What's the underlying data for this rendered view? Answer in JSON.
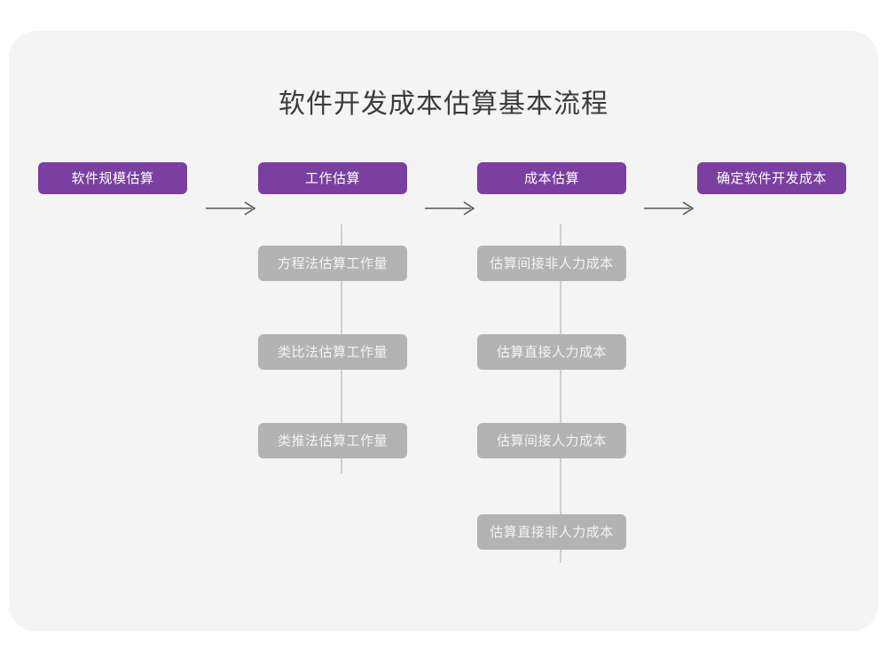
{
  "title": "软件开发成本估算基本流程",
  "colors": {
    "page_background": "#ffffff",
    "card_background": "#f4f4f4",
    "primary_node": "#7a3fa0",
    "sub_node": "#b3b3b3",
    "connector": "#cfcfcf",
    "arrow": "#555555",
    "title_text": "#3b3b3b",
    "node_text": "#ffffff"
  },
  "flow": {
    "stages": [
      {
        "id": "stage-1",
        "label": "软件规模估算",
        "substeps": []
      },
      {
        "id": "stage-2",
        "label": "工作估算",
        "substeps": [
          {
            "label": "方程法估算工作量"
          },
          {
            "label": "类比法估算工作量"
          },
          {
            "label": "类推法估算工作量"
          }
        ]
      },
      {
        "id": "stage-3",
        "label": "成本估算",
        "substeps": [
          {
            "label": "估算间接非人力成本"
          },
          {
            "label": "估算直接人力成本"
          },
          {
            "label": "估算间接人力成本"
          },
          {
            "label": "估算直接非人力成本"
          }
        ]
      },
      {
        "id": "stage-4",
        "label": "确定软件开发成本",
        "substeps": []
      }
    ],
    "connectors": [
      {
        "from": "stage-1",
        "to": "stage-2",
        "kind": "arrow-right"
      },
      {
        "from": "stage-2",
        "to": "stage-3",
        "kind": "arrow-right"
      },
      {
        "from": "stage-3",
        "to": "stage-4",
        "kind": "arrow-right"
      }
    ]
  }
}
